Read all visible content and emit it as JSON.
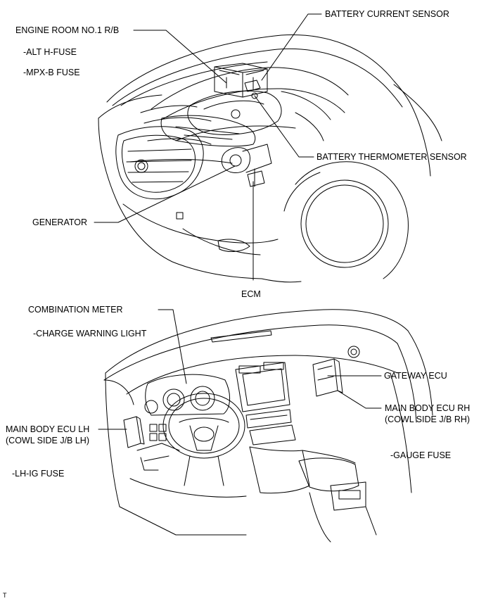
{
  "labels": {
    "engine_room_rb": "ENGINE ROOM NO.1 R/B",
    "alt_h_fuse": "-ALT H-FUSE",
    "mpx_b_fuse": "-MPX-B FUSE",
    "battery_current_sensor": "BATTERY CURRENT SENSOR",
    "battery_thermometer_sensor": "BATTERY THERMOMETER SENSOR",
    "generator": "GENERATOR",
    "ecm": "ECM",
    "combination_meter": "COMBINATION METER",
    "charge_warning_light": "-CHARGE WARNING LIGHT",
    "gateway_ecu": "GATEWAY ECU",
    "main_body_ecu_rh_1": "MAIN BODY ECU RH",
    "main_body_ecu_rh_2": "(COWL SIDE J/B RH)",
    "main_body_ecu_lh_1": "MAIN BODY ECU LH",
    "main_body_ecu_lh_2": "(COWL SIDE J/B LH)",
    "lh_ig_fuse": "-LH-IG FUSE",
    "gauge_fuse": "-GAUGE FUSE",
    "corner_mark": "T"
  },
  "colors": {
    "line": "#000000",
    "background": "#ffffff"
  }
}
